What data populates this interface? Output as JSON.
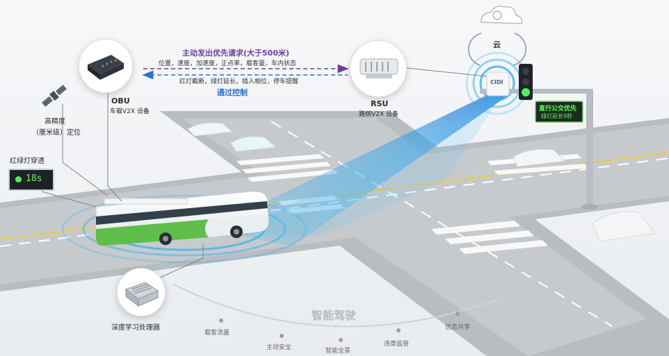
{
  "obu": {
    "title": "OBU",
    "subtitle": "车载V2X 设备"
  },
  "rsu": {
    "title": "RSU",
    "subtitle": "路侧V2X 设备"
  },
  "gnss": {
    "line1": "高精度",
    "line2": "（厘米级）定位"
  },
  "signal_passthrough": {
    "label": "红绿灯穿透",
    "display": "18s"
  },
  "dl_processor": {
    "label": "深度学习处理器"
  },
  "cloud": {
    "label": "云"
  },
  "rsu_brand": "CIDI",
  "messages": {
    "request": "主动发出优先请求(大于500米)",
    "status": "位置，速度，加速度，正点率，载客量，车内状态",
    "control_items": "红灯截断，绿灯延长，插入相位，停车提醒",
    "control": "通过控制"
  },
  "road_sign": {
    "line1": "直行公交优先",
    "line2": "绿灯延长9秒"
  },
  "arc": {
    "center": "智能驾驶",
    "features": [
      "载客流量",
      "主动安全",
      "智能全景",
      "违章监管",
      "信息共享"
    ]
  },
  "colors": {
    "request_arrow": "#6a3fa0",
    "control_arrow": "#2d6fd0",
    "v2x_beam": "#3fb8f0",
    "sign_text": "#5cff5c"
  }
}
